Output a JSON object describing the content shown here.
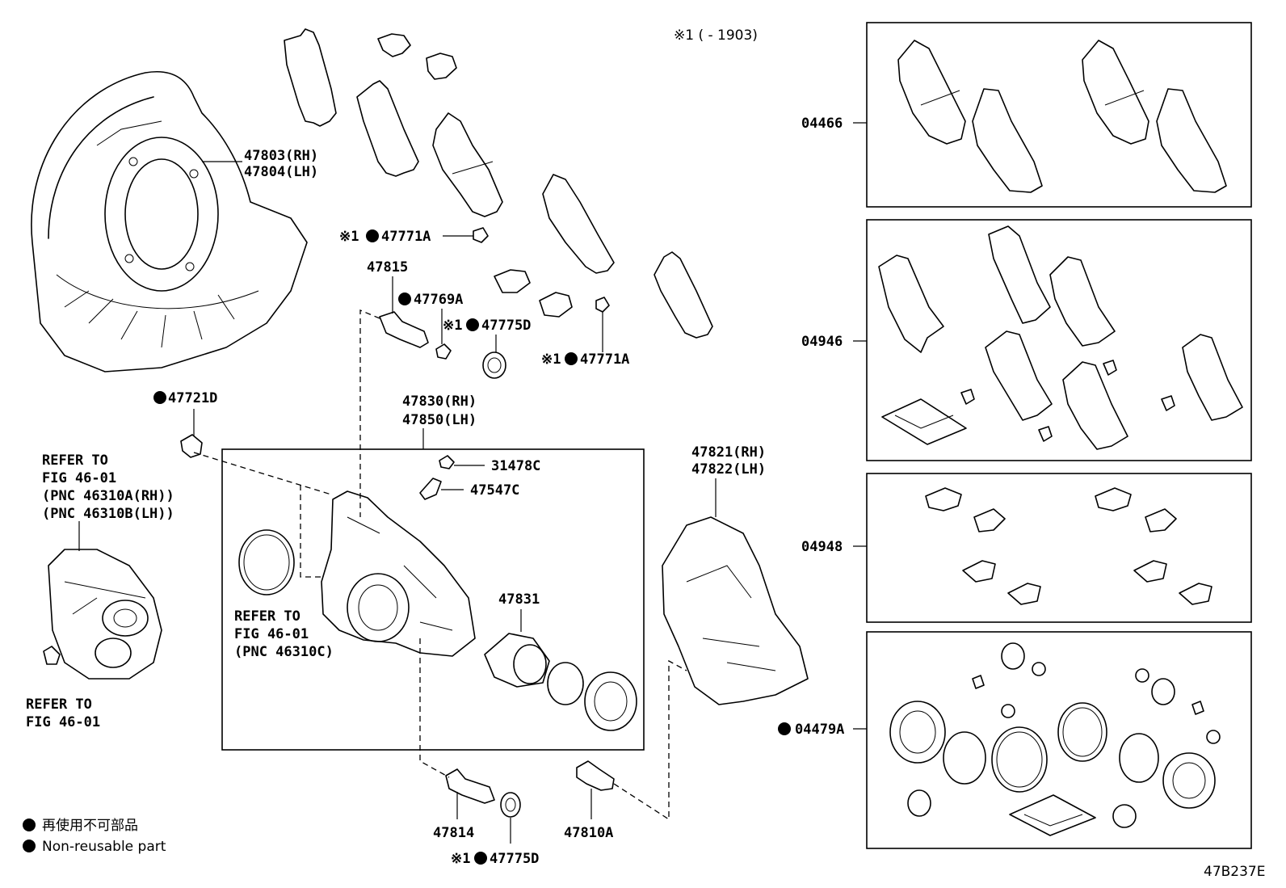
{
  "note_top": "※1 (       - 1903)",
  "figure_id": "47B237E",
  "legend": {
    "jp": "再使用不可部品",
    "en": "Non-reusable part"
  },
  "labels": {
    "dust_cover_rh": "47803(RH)",
    "dust_cover_lh": "47804(LH)",
    "clip_top": "47771A",
    "clip_mid": "47771A",
    "pin_47815": "47815",
    "boot_47769a": "47769A",
    "boot_47775d_top": "47775D",
    "bolt_47721d": "47721D",
    "cyl_rh": "47830(RH)",
    "cyl_lh": "47850(LH)",
    "cap_31478c": "31478C",
    "plug_47547c": "47547C",
    "piston_47831": "47831",
    "mount_rh": "47821(RH)",
    "mount_lh": "47822(LH)",
    "pin_47814": "47814",
    "boot_47775d_bottom": "47775D",
    "bolt_47810a": "47810A",
    "kit_04466": "04466",
    "kit_04946": "04946",
    "kit_04948": "04948",
    "kit_04479a": "04479A",
    "mark_1": "※1"
  },
  "refer_left": [
    "REFER TO",
    "FIG 46-01",
    "(PNC 46310A(RH))",
    "(PNC 46310B(LH))"
  ],
  "refer_center": [
    "REFER TO",
    "FIG 46-01",
    "(PNC 46310C)"
  ],
  "refer_bottom": [
    "REFER TO",
    "FIG 46-01"
  ]
}
